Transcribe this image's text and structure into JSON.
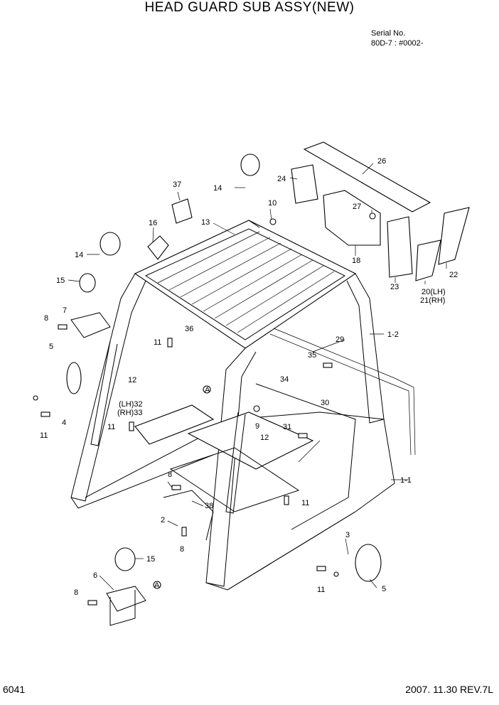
{
  "title": "HEAD GUARD SUB ASSY(NEW)",
  "serial": {
    "label": "Serial No.",
    "range": "80D-7 : #0002-"
  },
  "page_number": "6041",
  "revision": "2007. 11.30  REV.7L",
  "callouts": {
    "c26": "26",
    "c24": "24",
    "c27": "27",
    "c18": "18",
    "c23": "23",
    "c22": "22",
    "c20": "20(LH)",
    "c21": "21(RH)",
    "c14a": "14",
    "c10": "10",
    "c37": "37",
    "c16": "16",
    "c13": "13",
    "c14b": "14",
    "c15a": "15",
    "c8a": "8",
    "c7": "7",
    "c11a": "11",
    "c36": "36",
    "c29": "29",
    "c1_2": "1-2",
    "c35": "35",
    "c5a": "5",
    "c12a": "12",
    "cA1": "A",
    "c34": "34",
    "c32": "(LH)32",
    "c33": "(RH)33",
    "c30": "30",
    "c11b": "11",
    "c9": "9",
    "c31": "31",
    "c4": "4",
    "c11c": "11",
    "c12b": "12",
    "c8b": "8",
    "c1_1": "1-1",
    "c38": "38",
    "c11d": "11",
    "c2": "2",
    "c8c": "8",
    "c3": "3",
    "c15b": "15",
    "c6": "6",
    "cA2": "A",
    "c8d": "8",
    "c11e": "11",
    "c5b": "5"
  }
}
